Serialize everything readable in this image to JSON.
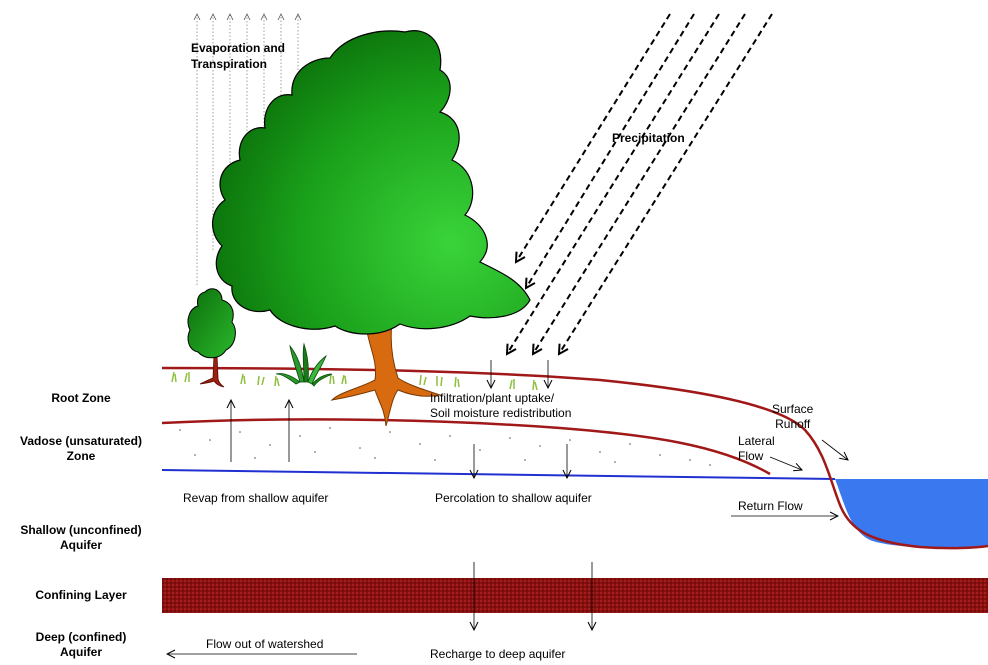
{
  "labels": {
    "evaporation": [
      "Evaporation and",
      "Transpiration"
    ],
    "precipitation": "Precipitation",
    "infiltration": [
      "Infiltration/plant uptake/",
      "Soil moisture redistribution"
    ],
    "surface_runoff": [
      "Surface",
      "Runoff"
    ],
    "lateral_flow": [
      "Lateral",
      "Flow"
    ],
    "revap": "Revap from shallow aquifer",
    "percolation": "Percolation to shallow aquifer",
    "return_flow": "Return Flow",
    "flow_out": "Flow out of watershed",
    "recharge": "Recharge to deep aquifer"
  },
  "zones": {
    "root": "Root Zone",
    "vadose": [
      "Vadose (unsaturated)",
      "Zone"
    ],
    "shallow": [
      "Shallow (unconfined)",
      "Aquifer"
    ],
    "confining": "Confining Layer",
    "deep": [
      "Deep (confined)",
      "Aquifer"
    ]
  },
  "colors": {
    "ground_line": "#a01818",
    "water_table": "#2030d0",
    "water_body": "#3a78f0",
    "confining_layer": "#8a1010",
    "tree_dark": "#0a7a0a",
    "tree_light": "#2ecc2e",
    "trunk": "#d86a10",
    "shrub": "#1a8a1a",
    "grass": "#8fbf3f"
  },
  "icons": [
    "big-tree",
    "small-tree",
    "shrub",
    "grass-tufts",
    "precipitation-arrows",
    "evaporation-arrows"
  ]
}
